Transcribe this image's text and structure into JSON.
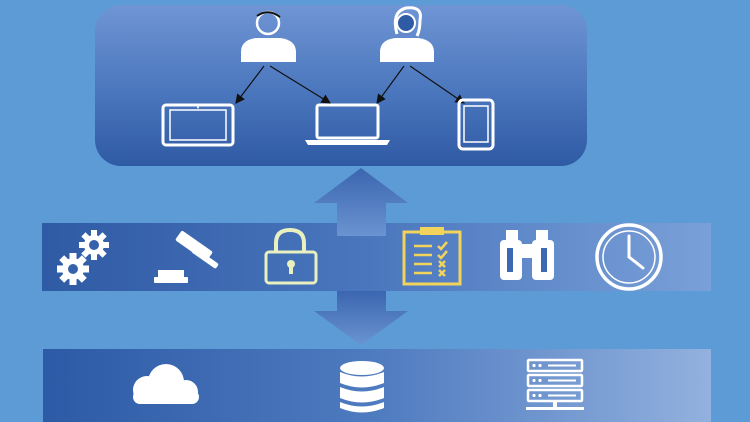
{
  "diagram": {
    "users": [
      {
        "icon": "male-user-icon"
      },
      {
        "icon": "female-user-icon"
      }
    ],
    "devices": [
      {
        "icon": "tablet-icon"
      },
      {
        "icon": "laptop-icon"
      },
      {
        "icon": "smartphone-icon"
      }
    ],
    "connections": [
      {
        "from": "male-user",
        "to": "tablet"
      },
      {
        "from": "male-user",
        "to": "laptop"
      },
      {
        "from": "female-user",
        "to": "laptop"
      },
      {
        "from": "female-user",
        "to": "smartphone"
      }
    ],
    "controls": [
      {
        "icon": "gears-icon"
      },
      {
        "icon": "gavel-icon"
      },
      {
        "icon": "padlock-icon"
      },
      {
        "icon": "checklist-clipboard-icon"
      },
      {
        "icon": "binoculars-icon"
      },
      {
        "icon": "clock-icon"
      }
    ],
    "infrastructure": [
      {
        "icon": "cloud-icon"
      },
      {
        "icon": "database-icon"
      },
      {
        "icon": "server-icon"
      }
    ],
    "colors": {
      "background": "#5c9bd6",
      "panel_dark": "#2f5aa4",
      "panel_light": "#7aa0d8",
      "icon": "#ffffff",
      "checklist_accent": "#f2d35b",
      "padlock_accent": "#e8f0c0"
    }
  }
}
